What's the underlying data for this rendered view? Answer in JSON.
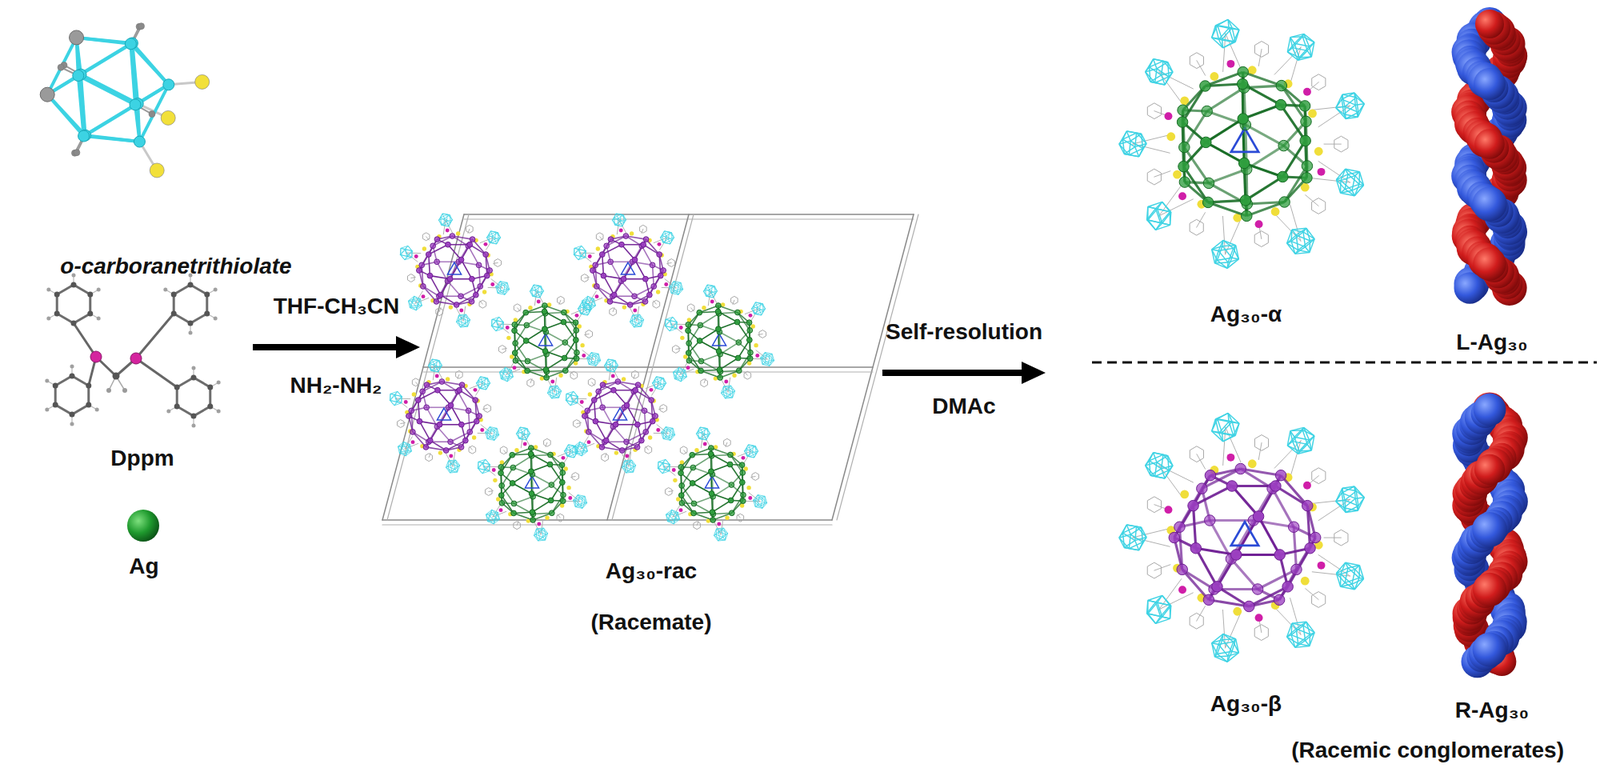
{
  "diagram": {
    "nodes": [
      {
        "text": [
          "o-carboranetrithiolate"
        ]
      },
      {
        "text": [
          "Dppm"
        ]
      },
      {
        "text": [
          "Ag"
        ]
      },
      {
        "text": [
          "Ag₃₀-rac",
          "(Racemate)"
        ]
      },
      {
        "text": [
          "(Racemic conglomerates)"
        ]
      },
      {
        "text": [
          "Ag₃₀-α"
        ],
        "in": 4
      },
      {
        "text": [
          "L-Ag₃₀"
        ],
        "in": 4
      },
      {
        "text": [
          "Ag₃₀-β"
        ],
        "in": 4
      },
      {
        "text": [
          "R-Ag₃₀"
        ],
        "in": 4
      }
    ],
    "edges": [
      {
        "from": 1,
        "to": 3,
        "arrow": "to",
        "label": "THF-CH₃CN"
      },
      {
        "from": 3,
        "to": 4,
        "arrow": "to",
        "label": "Self-resolution"
      }
    ],
    "labels": [
      "NH₂-NH₂",
      "DMAc"
    ]
  }
}
